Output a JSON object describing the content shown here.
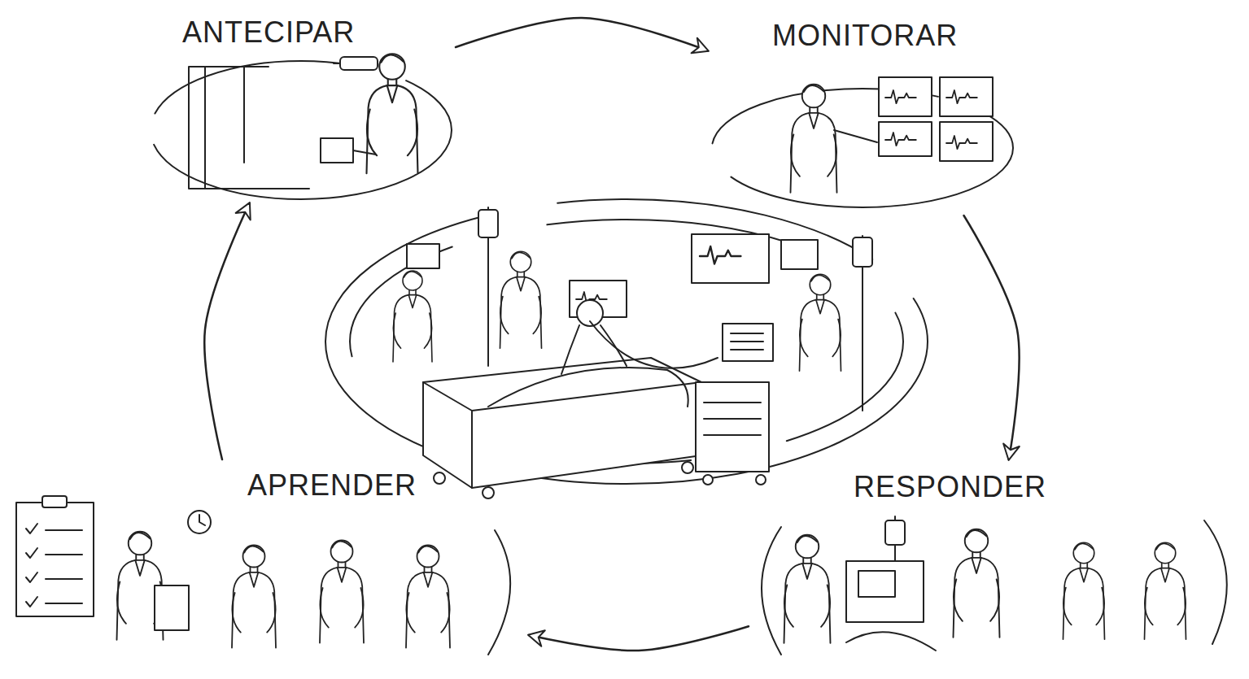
{
  "diagram": {
    "nodes": [
      {
        "text": [
          "ANTECIPAR"
        ]
      },
      {
        "text": [
          "MONITORAR"
        ]
      },
      {
        "text": [
          "APRENDER"
        ]
      },
      {
        "text": [
          "RESPONDER"
        ]
      }
    ],
    "edges": [
      {
        "from": 0,
        "to": 1,
        "arrow": "to"
      },
      {
        "from": 1,
        "to": 3,
        "arrow": "to"
      },
      {
        "from": 3,
        "to": 2,
        "arrow": "to"
      },
      {
        "from": 2,
        "to": 0,
        "arrow": "to"
      }
    ]
  }
}
